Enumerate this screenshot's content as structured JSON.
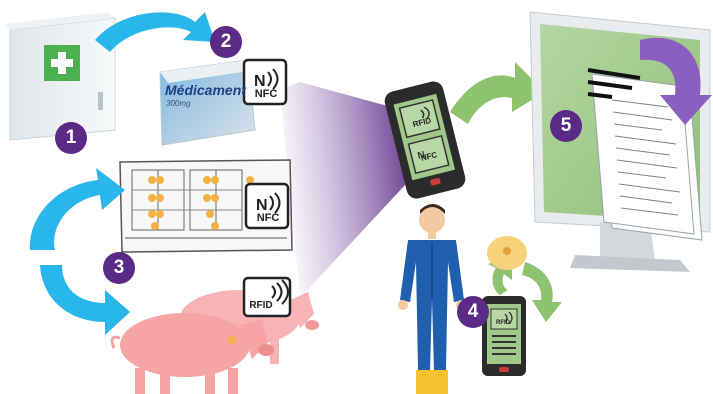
{
  "steps": {
    "s1": "1",
    "s2": "2",
    "s3": "3",
    "s4": "4",
    "s5": "5"
  },
  "medicine": {
    "name": "Médicament",
    "dose": "300mg"
  },
  "tags": {
    "nfc": "NFC",
    "rfid": "RFID"
  },
  "colors": {
    "step_badge": "#5b2a86",
    "cycle_arrow": "#29b6ea",
    "sync_arrow": "#8dc26f",
    "beam": "#5b2a86",
    "pig": "#f6a4a4",
    "coverall": "#1f5fae",
    "screen_green": "#9fc88a"
  },
  "icons": [
    "first-aid-cabinet-icon",
    "medicine-box-icon",
    "nfc-tag-icon",
    "barn-floorplan-icon",
    "pig-icon",
    "rfid-ear-tag-icon",
    "rugged-phone-icon",
    "farmer-icon",
    "computer-monitor-icon",
    "document-icon",
    "sync-arrows-icon"
  ]
}
